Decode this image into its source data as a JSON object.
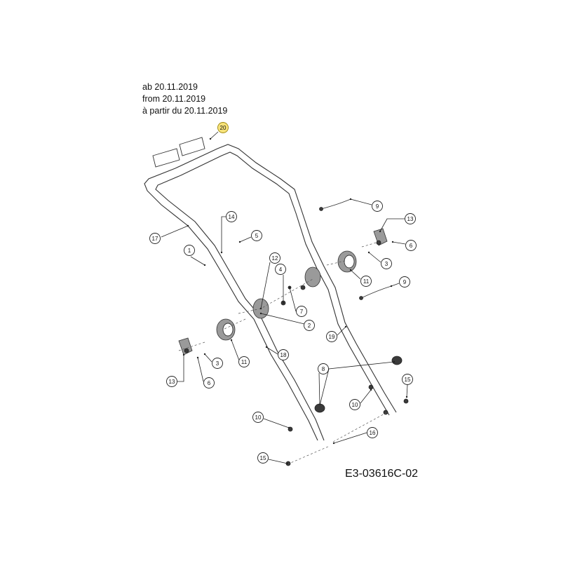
{
  "validity": {
    "line_de": "ab 20.11.2019",
    "line_en": "from 20.11.2019",
    "line_fr": "à partir du 20.11.2019"
  },
  "drawing_code": "E3-03616C-02",
  "callouts": [
    "20",
    "17",
    "14",
    "5",
    "1",
    "12",
    "4",
    "7",
    "2",
    "9",
    "13",
    "6",
    "3",
    "11",
    "9",
    "19",
    "11",
    "18",
    "3",
    "13",
    "6",
    "8",
    "15",
    "10",
    "10",
    "16",
    "15"
  ],
  "highlight_color": "#f6e27a"
}
